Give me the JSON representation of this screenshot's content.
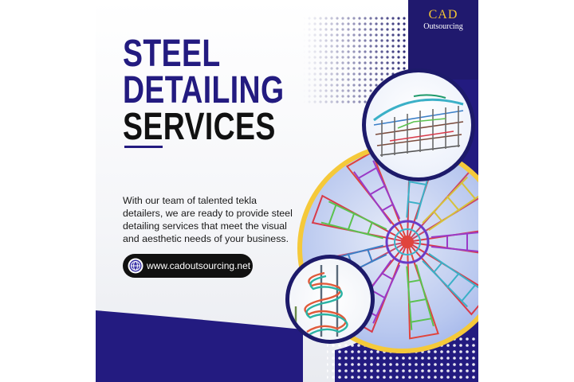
{
  "brand": {
    "name": "CAD",
    "subtitle": "Outsourcing"
  },
  "headline": {
    "line1": "STEEL",
    "line2": "DETAILING",
    "line3": "SERVICES"
  },
  "description": "With our team of talented tekla detailers, we are ready to provide steel detailing services that meet the visual and aesthetic needs of your business.",
  "website": {
    "url": "www.cadoutsourcing.net",
    "icon": "globe-icon"
  },
  "images": [
    {
      "name": "steel-building-frame-model",
      "icon": "steel-frame"
    },
    {
      "name": "radial-dome-steel-structure-model",
      "icon": "steel-dome"
    },
    {
      "name": "spiral-staircase-steel-model",
      "icon": "spiral-stair"
    }
  ],
  "colors": {
    "primary_navy": "#231b80",
    "dark_navy": "#1d1a6a",
    "accent_yellow": "#f5c93a",
    "brand_gold": "#f2c534",
    "text_black": "#111111",
    "pill_background": "#111111"
  }
}
